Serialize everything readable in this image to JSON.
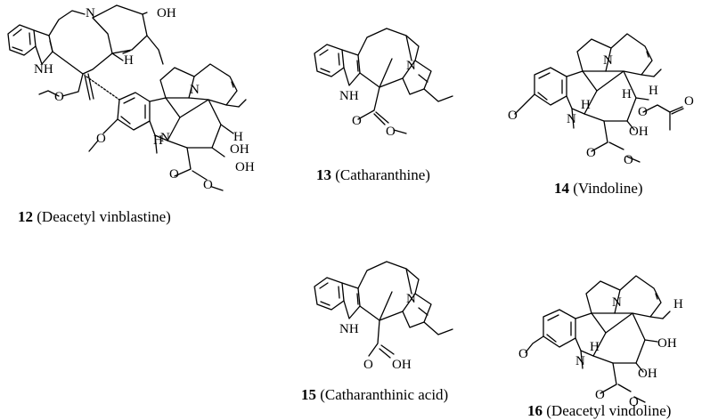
{
  "compounds": [
    {
      "number": "12",
      "name": "(Deacetyl vinblastine)"
    },
    {
      "number": "13",
      "name": "(Catharanthine)"
    },
    {
      "number": "14",
      "name": "(Vindoline)"
    },
    {
      "number": "15",
      "name": "(Catharanthinic acid)"
    },
    {
      "number": "16",
      "name": "(Deacetyl vindoline)"
    }
  ],
  "atom_labels": {
    "oh": "OH",
    "nh": "NH",
    "n": "N",
    "h": "H",
    "o": "O",
    "n_h": "H",
    "n_top": "N"
  }
}
